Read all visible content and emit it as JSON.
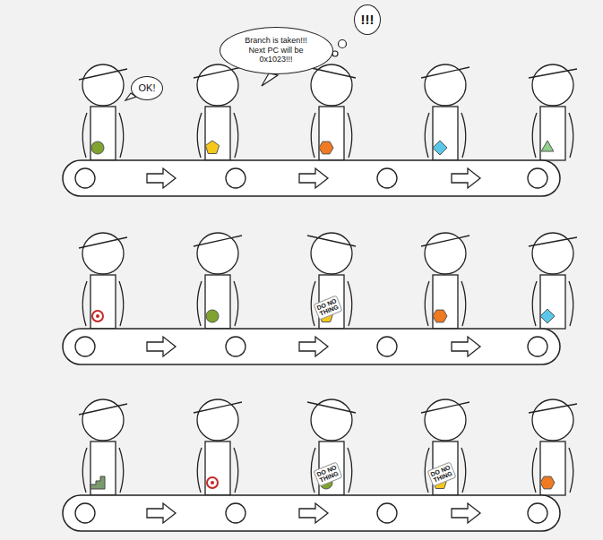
{
  "diagram": {
    "nodes": [
      {
        "text": [
          "OK!"
        ]
      },
      {
        "text": [
          "Branch is taken!!! Next PC will be 0x1023!!!"
        ]
      },
      {
        "text": [
          "!!!"
        ]
      }
    ],
    "labels": [
      "DO NO THING",
      "DO NO THING",
      "DO NO THING"
    ]
  }
}
